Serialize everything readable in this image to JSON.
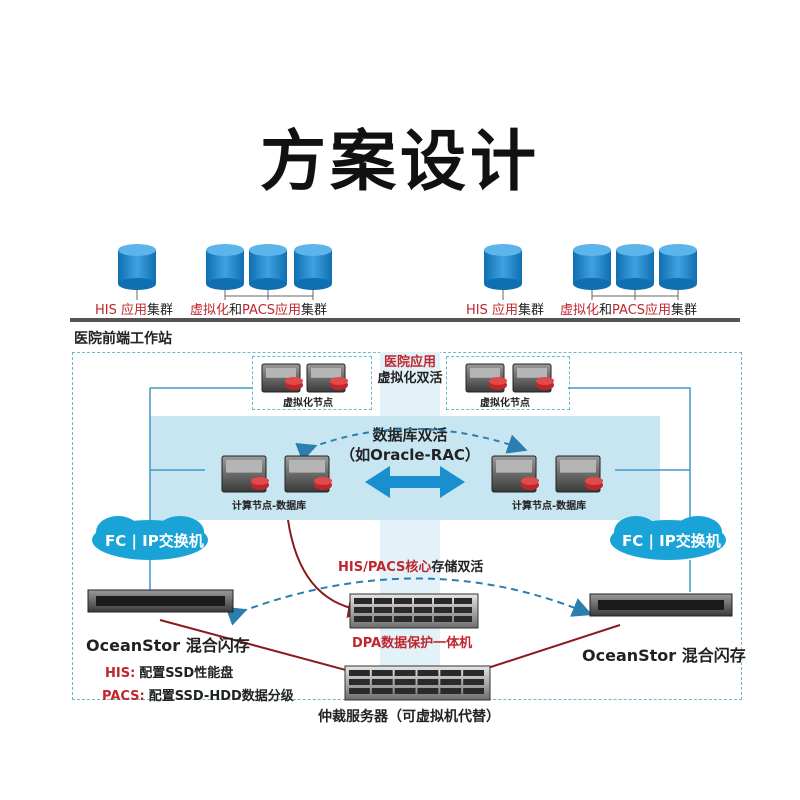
{
  "title": "方案设计",
  "left_clusters": {
    "his_part1": "HIS 应用",
    "his_part2": "集群",
    "virt_part1": "虚拟化",
    "virt_part2": "和",
    "virt_part3": "PACS应用",
    "virt_part4": "集群"
  },
  "right_clusters": {
    "his_part1": "HIS 应用",
    "his_part2": "集群",
    "virt_part1": "虚拟化",
    "virt_part2": "和",
    "virt_part3": "PACS应用",
    "virt_part4": "集群"
  },
  "zone_label": "医院前端工作站",
  "center_vstrip": {
    "line1": "医院应用",
    "line2": "虚拟化双活"
  },
  "virt_node_left": "虚拟化节点",
  "virt_node_right": "虚拟化节点",
  "db_active": {
    "line1": "数据库双活",
    "line2": "（如Oracle-RAC）"
  },
  "compute_left": "计算节点-数据库",
  "compute_right": "计算节点-数据库",
  "fc_left": "FC | IP交换机",
  "fc_right": "FC | IP交换机",
  "core_storage": {
    "part1": "HIS/PACS核心",
    "part2": "存储双活"
  },
  "dpa_label": "DPA数据保护一体机",
  "storage_left": "OceanStor 混合闪存",
  "storage_right": "OceanStor 混合闪存",
  "notes": {
    "his_key": "HIS:",
    "his_val": "配置SSD性能盘",
    "pacs_key": "PACS:",
    "pacs_val": "配置SSD-HDD数据分级"
  },
  "arbiter_label": "仲裁服务器（可虚拟机代替）",
  "colors": {
    "accent_blue": "#1a8fd0",
    "red": "#c0262d",
    "light_blue": "#c8e6f1",
    "dashed": "#6bb8cf"
  }
}
